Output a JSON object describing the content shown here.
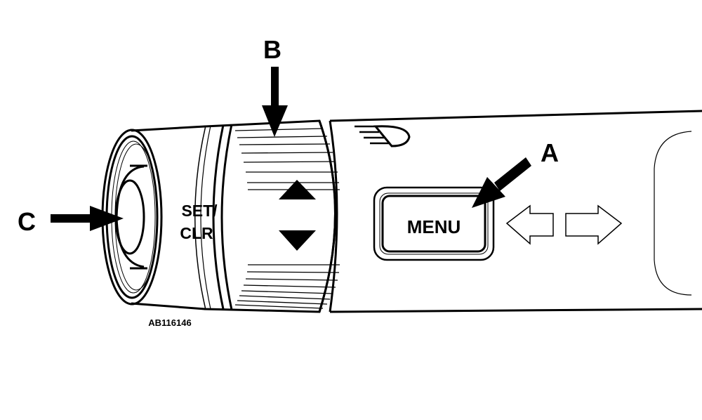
{
  "diagram": {
    "figure_id": "AB116146",
    "callouts": {
      "a": "A",
      "b": "B",
      "c": "C"
    },
    "controls": {
      "set_clr_line1": "SET/",
      "set_clr_line2": "CLR",
      "menu_label": "MENU"
    },
    "icons": [
      "headlamp-icon",
      "up-down-triangle-icon",
      "left-arrow-icon",
      "right-arrow-icon"
    ],
    "colors": {
      "ink": "#000000",
      "paper": "#ffffff"
    }
  }
}
